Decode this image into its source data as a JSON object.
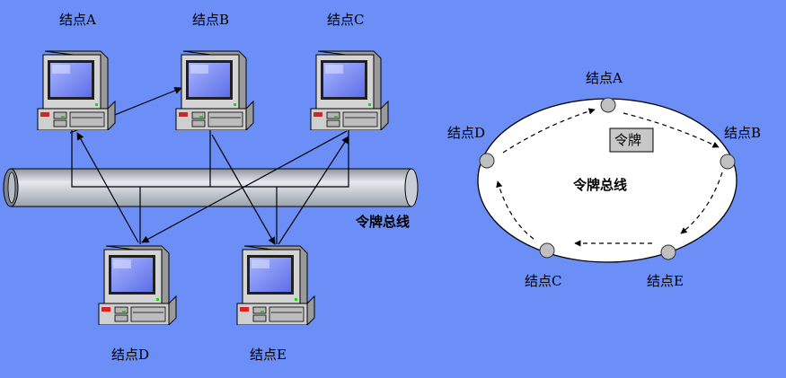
{
  "left_diagram": {
    "nodes": [
      {
        "id": "A",
        "label": "结点A"
      },
      {
        "id": "B",
        "label": "结点B"
      },
      {
        "id": "C",
        "label": "结点C"
      },
      {
        "id": "D",
        "label": "结点D"
      },
      {
        "id": "E",
        "label": "结点E"
      }
    ],
    "bus_label": "令牌总线",
    "token_path": [
      "A",
      "B",
      "E",
      "C",
      "D",
      "A"
    ]
  },
  "right_diagram": {
    "nodes": [
      {
        "id": "A",
        "label": "结点A"
      },
      {
        "id": "B",
        "label": "结点B"
      },
      {
        "id": "C",
        "label": "结点C"
      },
      {
        "id": "D",
        "label": "结点D"
      },
      {
        "id": "E",
        "label": "结点E"
      }
    ],
    "ring_label": "令牌总线",
    "token_label": "令牌",
    "ring_order": [
      "A",
      "B",
      "E",
      "C",
      "D"
    ]
  },
  "colors": {
    "background": "#6b8ef7",
    "bus": "#b8bec8",
    "computer_body": "#c8c8c8",
    "screen": "#7d8cf3",
    "ring_fill": "#ffffff",
    "node_dot": "#c0c0c0"
  },
  "icons": {
    "computer": "desktop-computer-icon",
    "ring_node": "circle-node-icon"
  }
}
